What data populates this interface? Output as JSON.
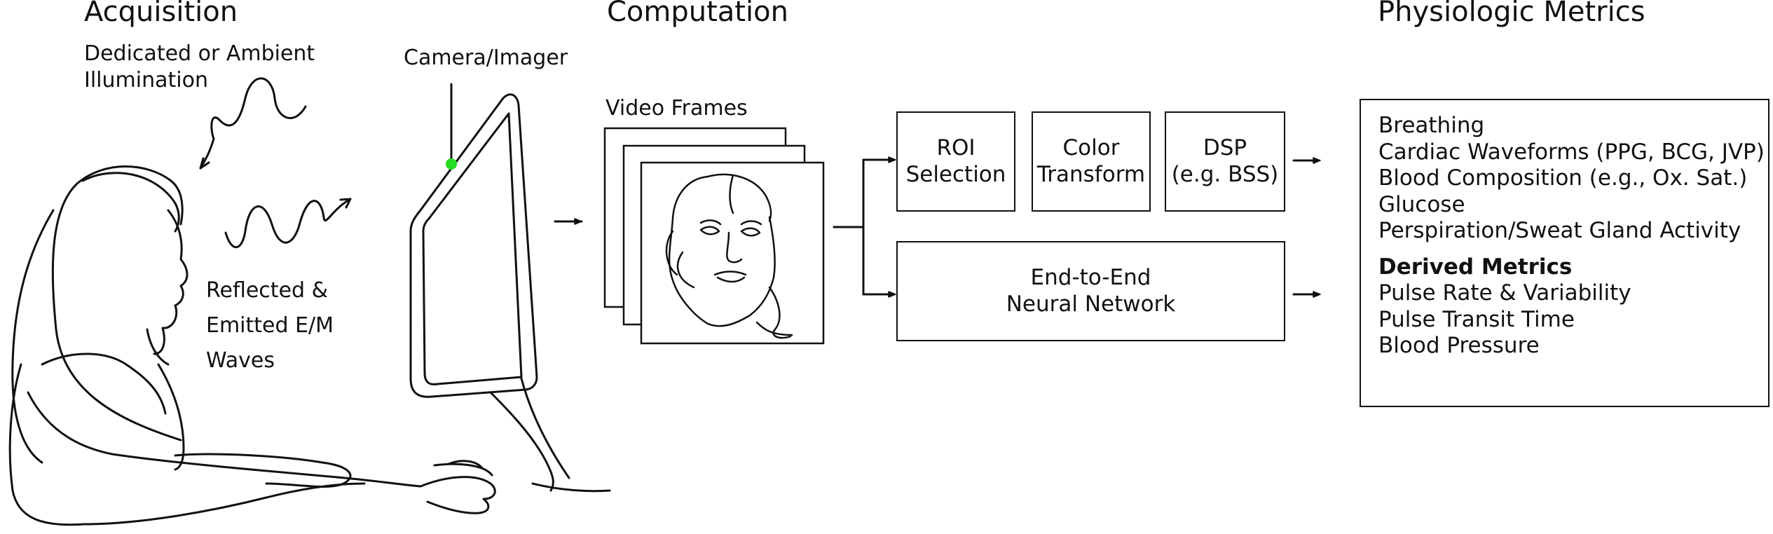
{
  "sections": {
    "acquisition": "Acquisition",
    "computation": "Computation",
    "metrics": "Physiologic Metrics"
  },
  "acquisition": {
    "illumination_line1": "Dedicated or Ambient",
    "illumination_line2": "Illumination",
    "camera": "Camera/Imager",
    "waves_line1": "Reflected &",
    "waves_line2": "Emitted E/M",
    "waves_line3": "Waves"
  },
  "computation": {
    "video_frames": "Video Frames",
    "roi_line1": "ROI",
    "roi_line2": "Selection",
    "color_line1": "Color",
    "color_line2": "Transform",
    "dsp_line1": "DSP",
    "dsp_line2": "(e.g. BSS)",
    "e2e_line1": "End-to-End",
    "e2e_line2": "Neural Network"
  },
  "metrics": {
    "items": [
      "Breathing",
      "Cardiac Waveforms (PPG, BCG, JVP)",
      "Blood Composition (e.g., Ox. Sat.)",
      "Glucose",
      "Perspiration/Sweat Gland Activity"
    ],
    "derived_heading": "Derived Metrics",
    "derived_items": [
      "Pulse Rate & Variability",
      "Pulse Transit Time",
      "Blood Pressure"
    ]
  },
  "colors": {
    "camera_dot": "#22dd22",
    "line": "#111111"
  }
}
